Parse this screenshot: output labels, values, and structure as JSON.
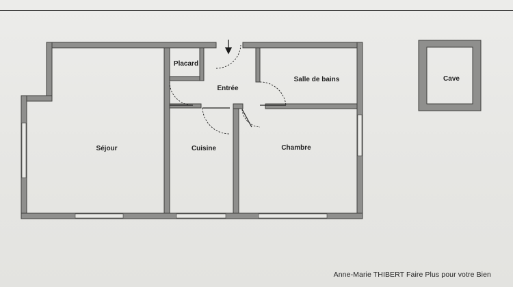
{
  "plan": {
    "rooms": {
      "placard": "Placard",
      "entree": "Entrée",
      "salle_de_bains": "Salle de bains",
      "sejour": "Séjour",
      "cuisine": "Cuisine",
      "chambre": "Chambre",
      "cave": "Cave"
    }
  },
  "footer": {
    "credit": "Anne-Marie THIBERT Faire Plus pour votre Bien"
  },
  "colors": {
    "wall": "#8f8f8d",
    "wall_edge": "#3f3f3d",
    "window": "#e9e9e6",
    "door_arc": "#222222"
  }
}
